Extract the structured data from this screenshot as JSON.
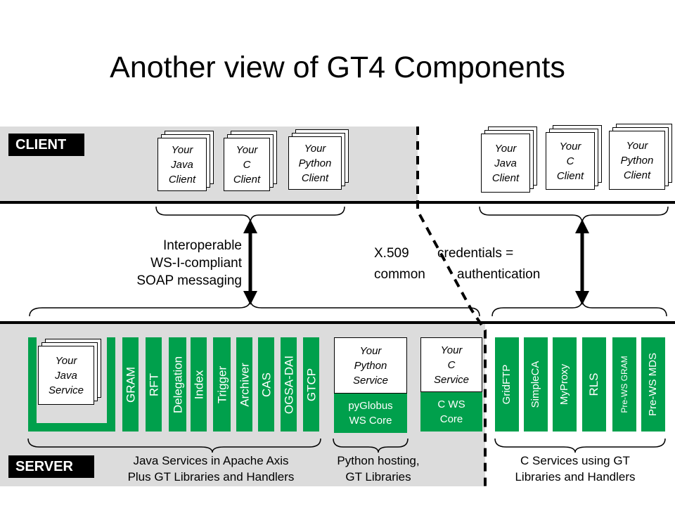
{
  "title": "Another view of GT4 Components",
  "labels": {
    "client": "CLIENT",
    "server": "SERVER"
  },
  "clients_left": [
    "Your\nJava\nClient",
    "Your\nC\nClient",
    "Your\nPython\nClient"
  ],
  "clients_right": [
    "Your\nJava\nClient",
    "Your\nC\nClient",
    "Your\nPython\nClient"
  ],
  "messaging_text": "Interoperable\nWS-I-compliant\nSOAP messaging",
  "credentials_text": {
    "line1_a": "X.509",
    "line1_b": "credentials =",
    "line2_a": "common",
    "line2_b": "authentication"
  },
  "java_service": "Your\nJava\nService",
  "java_components": [
    "GRAM",
    "RFT",
    "Delegation",
    "Index",
    "Trigger",
    "Archiver",
    "CAS",
    "OGSA-DAI",
    "GTCP"
  ],
  "python_service": "Your\nPython\nService",
  "python_core": "pyGlobus\nWS Core",
  "c_service": "Your\nC\nService",
  "c_core": "C WS\nCore",
  "c_components": [
    "GridFTP",
    "SimpleCA",
    "MyProxy",
    "RLS",
    "Pre-WS GRAM",
    "Pre-WS MDS"
  ],
  "captions": {
    "java": "Java Services in Apache Axis\nPlus GT Libraries and Handlers",
    "python": "Python hosting,\nGT Libraries",
    "c": "C Services using GT\nLibraries and Handlers"
  },
  "colors": {
    "component": "#00a04c",
    "band": "#dcdcdc"
  }
}
